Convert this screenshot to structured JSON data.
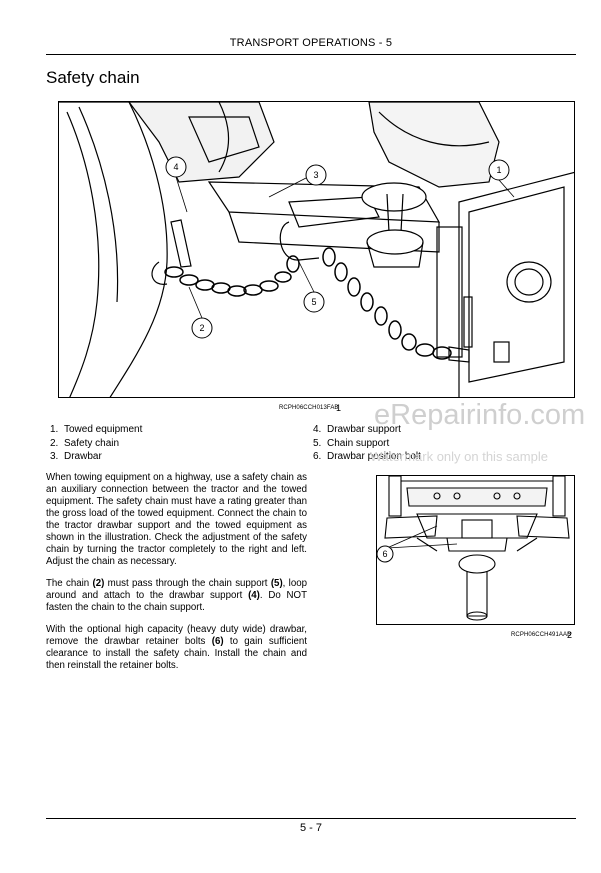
{
  "header": {
    "title": "TRANSPORT OPERATIONS - 5"
  },
  "section": {
    "title": "Safety chain"
  },
  "figure1": {
    "code": "RCPH06CCH013FAB",
    "number": "1",
    "callouts": [
      "1",
      "2",
      "3",
      "4",
      "5"
    ]
  },
  "legend": {
    "left": [
      {
        "num": "1.",
        "label": "Towed equipment"
      },
      {
        "num": "2.",
        "label": "Safety chain"
      },
      {
        "num": "3.",
        "label": "Drawbar"
      }
    ],
    "right": [
      {
        "num": "4.",
        "label": "Drawbar support"
      },
      {
        "num": "5.",
        "label": "Chain support"
      },
      {
        "num": "6.",
        "label": "Drawbar position bolt"
      }
    ]
  },
  "paragraphs": {
    "p1": "When towing equipment on a highway, use a safety chain as an auxiliary connection between the tractor and the towed equipment. The safety chain must have a rating greater than the gross load of the towed equipment. Connect the chain to the tractor drawbar support and the towed equipment as shown in the illustration. Check the adjustment of the safety chain by turning the tractor completely to the right and left. Adjust the chain as necessary.",
    "p2_a": "The chain ",
    "p2_b": "(2)",
    "p2_c": " must pass through the chain support ",
    "p2_d": "(5)",
    "p2_e": ", loop around and attach to the drawbar support ",
    "p2_f": "(4)",
    "p2_g": ". Do NOT fasten the chain to the chain support.",
    "p3_a": "With the optional high capacity (heavy duty wide) drawbar, remove the drawbar retainer bolts ",
    "p3_b": "(6)",
    "p3_c": " to gain sufficient clearance to install the safety chain. Install the chain and then reinstall the retainer bolts."
  },
  "figure2": {
    "code": "RCPH06CCH491AAB",
    "number": "2",
    "callouts": [
      "6"
    ]
  },
  "watermark": {
    "brand": "eRepairinfo.com",
    "note": "Watermark only on this sample"
  },
  "footer": {
    "page": "5 - 7"
  }
}
